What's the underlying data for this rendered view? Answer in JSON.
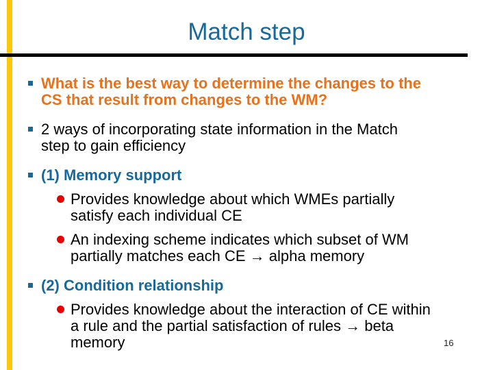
{
  "slide": {
    "title": "Match step",
    "page_number": "16",
    "colors": {
      "title_color": "#17699b",
      "teal_heading": "#17699b",
      "accent_orange": "#e8711c",
      "bullet_square": "#17699b",
      "sub_bullet_red": "#e60000",
      "stripe_yellow": "#fcc80e",
      "rule_black": "#000000",
      "body_text": "#000000"
    },
    "content": {
      "items": [
        {
          "level": 1,
          "variant": "question",
          "lines": [
            "What is the best way to determine the changes to the",
            "CS that result from changes to the WM?"
          ]
        },
        {
          "level": 1,
          "variant": "body",
          "lines": [
            "2 ways of incorporating state information in the Match",
            "step to gain efficiency"
          ]
        },
        {
          "level": 1,
          "variant": "heading",
          "lines": [
            "(1) Memory support"
          ]
        },
        {
          "level": 2,
          "variant": "body",
          "lines": [
            "Provides knowledge about which WMEs partially",
            "satisfy each individual CE"
          ]
        },
        {
          "level": 2,
          "variant": "body",
          "lines": [
            "An indexing scheme indicates which subset of WM",
            "partially matches each CE → alpha memory"
          ]
        },
        {
          "level": 1,
          "variant": "heading",
          "lines": [
            "(2) Condition relationship"
          ]
        },
        {
          "level": 2,
          "variant": "body",
          "lines": [
            "Provides knowledge about the interaction of CE within",
            "a rule and the partial satisfaction of rules → beta",
            "memory"
          ]
        }
      ]
    }
  }
}
